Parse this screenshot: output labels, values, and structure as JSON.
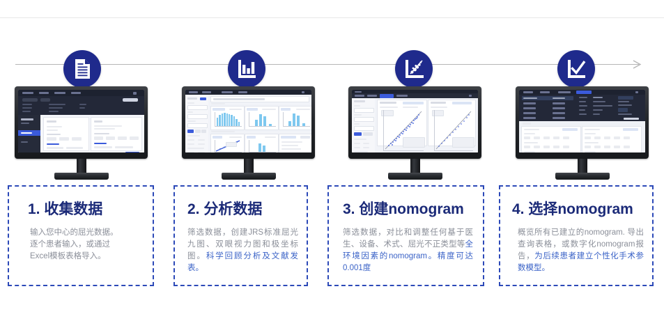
{
  "page": {
    "accent_dark_blue": "#1f2a8c",
    "title_color": "#1b2a78",
    "body_color": "#8b8f99",
    "highlight_color": "#3b63c7",
    "card_border_color": "#2c49b8",
    "timeline_line_color": "#b5b5b5"
  },
  "timeline": {
    "steps": [
      {
        "index": "1",
        "icon": "document-icon"
      },
      {
        "index": "2",
        "icon": "bar-chart-icon"
      },
      {
        "index": "3",
        "icon": "scatter-plot-icon"
      },
      {
        "index": "4",
        "icon": "check-chart-icon"
      }
    ],
    "arrow_icon": "arrow-right-icon"
  },
  "monitors": [
    {
      "name": "monitor-data-entry",
      "theme": "dark-header-light-form"
    },
    {
      "name": "monitor-dashboard-charts",
      "theme": "light-dashboard"
    },
    {
      "name": "monitor-scatter-nomogram",
      "theme": "light-scatter"
    },
    {
      "name": "monitor-nomogram-list",
      "theme": "dark-table-light-cards"
    }
  ],
  "cards": [
    {
      "title": "1. 收集数据",
      "body_plain": "输入您中心的屈光数据。逐个患者输入，或通过Excel模板表格导入。",
      "lines": [
        {
          "text": "输入您中心的屈光数据。",
          "highlight": false
        },
        {
          "text": "逐个患者输入，或通过",
          "highlight": false
        },
        {
          "text": "Excel模板表格导入。",
          "highlight": false
        }
      ]
    },
    {
      "title": "2. 分析数据",
      "body_plain": "筛选数据，创建JRS标准屈光九图、双眼视力图和极坐标图。科学回顾分析及文献发表。",
      "segments": [
        {
          "text": "筛选数据，创建JRS标准屈光九图、双眼视力图和极坐标图。",
          "highlight": false
        },
        {
          "text": "科学回顾分析及文献发表。",
          "highlight": true
        }
      ]
    },
    {
      "title": "3. 创建nomogram",
      "body_plain": "筛选数据，对比和调整任何基于医生、设备、术式、屈光不正类型等全环境因素的nomogram。精度可达0.001度",
      "segments": [
        {
          "text": "筛选数据，对比和调整任何基于医生、设备、术式、屈光不正类型等",
          "highlight": false
        },
        {
          "text": "全环境因素的nomogram。精度可达0.001度",
          "highlight": true
        }
      ]
    },
    {
      "title": "4. 选择nomogram",
      "body_plain": "概览所有已建立的nomogram. 导出查询表格，或数字化nomogram报告，为后续患者建立个性化手术参数模型。",
      "segments": [
        {
          "text": "概览所有已建立的nomogram. 导出查询表格，或数字化nomogram报告，",
          "highlight": false
        },
        {
          "text": "为后续患者建立个性化手术参数模型。",
          "highlight": true
        }
      ]
    }
  ]
}
